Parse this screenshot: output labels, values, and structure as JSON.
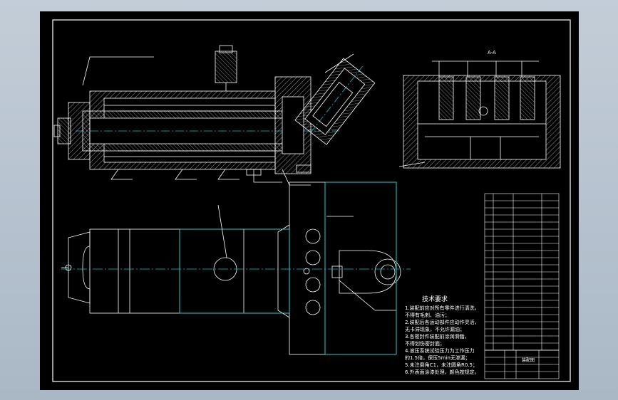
{
  "sheet": {
    "background": "#000000",
    "line_color": "#ffffff",
    "center_line_color": "#00c8d0"
  },
  "section_label": "A-A",
  "technical_requirements": {
    "title": "技术要求",
    "lines": [
      "1.装配前应对所有零件进行清洗，",
      "不得有毛刺、油污；",
      "2.装配后各运动部件应动作灵活，",
      "无卡滞现象，不允许漏油；",
      "3.各密封件装配前涂润滑脂，",
      "不得划伤密封面；",
      "4.液压系统试验压力为工作压力",
      "的1.5倍，保压5min无渗漏；",
      "5.未注倒角C1，未注圆角R0.5；",
      "6.外表面涂漆处理，颜色按规定。"
    ]
  },
  "title_block": {
    "label": "装配图"
  }
}
